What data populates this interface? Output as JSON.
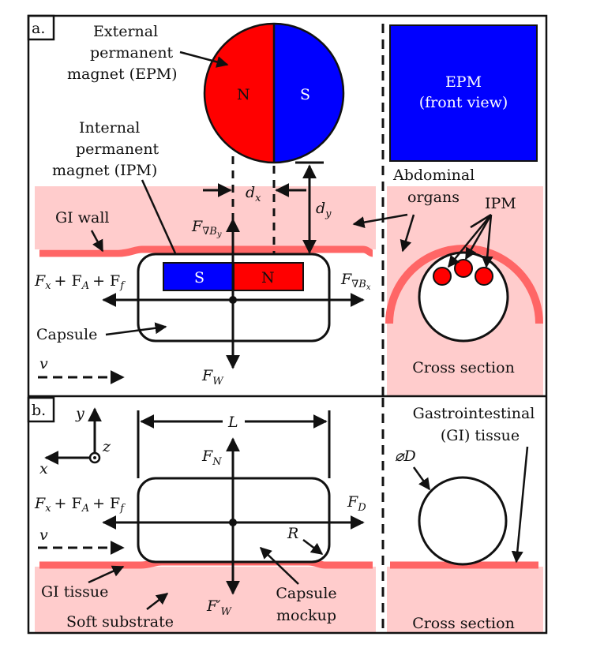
{
  "panel_a": {
    "tag": "a.",
    "epm_label": [
      "External",
      "permanent",
      "magnet (EPM)"
    ],
    "ipm_label": [
      "Internal",
      "permanent",
      "magnet (IPM)"
    ],
    "gi_wall": "GI wall",
    "capsule": "Capsule",
    "velocity": "v",
    "pole_n": "N",
    "pole_s": "S",
    "epm_front": [
      "EPM",
      "(front view)"
    ],
    "abdominal": [
      "Abdominal",
      "organs"
    ],
    "ipm_tag": "IPM",
    "cross_section": "Cross section",
    "dx": "d",
    "dx_sub": "x",
    "dy": "d",
    "dy_sub": "y",
    "f_grad_y": "F",
    "f_grad_y_sub": "∇B",
    "f_grad_y_sub2": "y",
    "f_grad_x": "F",
    "f_grad_x_sub": "∇B",
    "f_grad_x_sub2": "x",
    "f_left": "F",
    "f_left_rest": "+ F",
    "f_left_rest2": "+ F",
    "f_left_sub": [
      "x",
      "A",
      "f"
    ],
    "f_w": "F",
    "f_w_sub": "W"
  },
  "panel_b": {
    "tag": "b.",
    "axis_y": "y",
    "axis_x": "x",
    "axis_z": "z",
    "length": "L",
    "f_n": "F",
    "f_n_sub": "N",
    "f_left": "F",
    "f_left_rest": "+ F",
    "f_left_rest2": "+ F",
    "f_left_sub": [
      "x",
      "A",
      "f"
    ],
    "f_d": "F",
    "f_d_sub": "D",
    "velocity": "v",
    "radius": "R",
    "f_w": "F′",
    "f_w_sub": "W",
    "diameter": "⌀D",
    "gi_tissue_right": [
      "Gastrointestinal",
      "(GI) tissue"
    ],
    "gi_tissue": "GI tissue",
    "soft_substrate": "Soft substrate",
    "capsule_mockup": [
      "Capsule",
      "mockup"
    ],
    "cross_section": "Cross section"
  },
  "colors": {
    "magnet_red": "#ff0000",
    "magnet_blue": "#0000ff",
    "tissue_fill": "#ffcccc",
    "wall_line": "#ff6666",
    "ink": "#111111"
  }
}
